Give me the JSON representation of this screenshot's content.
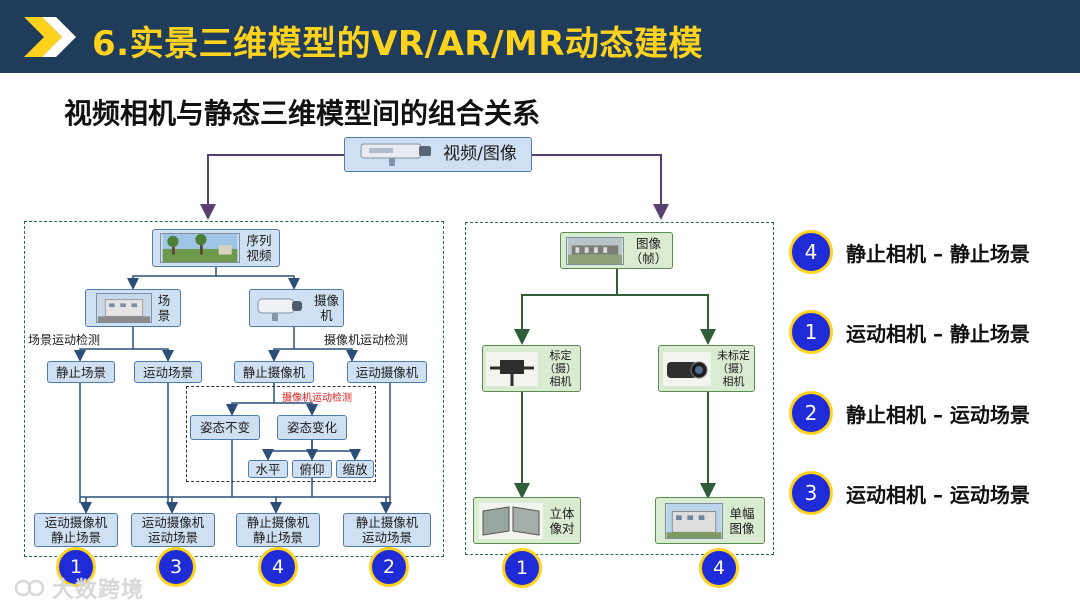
{
  "header": {
    "title": "6.实景三维模型的VR/AR/MR动态建模",
    "color_bg": "#1f3d5a",
    "color_title": "#ffd21e"
  },
  "subtitle": "视频相机与静态三维模型间的组合关系",
  "top_node": {
    "label": "视频/图像",
    "icon": "surveillance-camera-icon"
  },
  "left_panel": {
    "sequence_video": "序列\n视频",
    "scene": "场\n景",
    "camera": "摄像\n机",
    "scene_motion_detect": "场景运动检测",
    "camera_motion_detect": "摄像机运动检测",
    "static_scene": "静止场景",
    "moving_scene": "运动场景",
    "static_camera": "静止摄像机",
    "moving_camera": "运动摄像机",
    "inner_detect_label": "摄像机运动检测",
    "pose_unchanged": "姿态不变",
    "pose_changed": "姿态变化",
    "horizontal": "水平",
    "pitch": "俯仰",
    "zoom": "缩放",
    "results": [
      {
        "label": "运动摄像机\n静止场景",
        "num": "1"
      },
      {
        "label": "运动摄像机\n运动场景",
        "num": "3"
      },
      {
        "label": "静止摄像机\n静止场景",
        "num": "4"
      },
      {
        "label": "静止摄像机\n运动场景",
        "num": "2"
      }
    ]
  },
  "right_panel": {
    "image_frame": "图像\n（帧）",
    "calibrated_camera": "标定\n（摄）\n相机",
    "uncalibrated_camera": "未标定\n（摄）\n相机",
    "stereo_pair": "立体\n像对",
    "single_image": "单幅\n图像",
    "results": [
      {
        "num": "1"
      },
      {
        "num": "4"
      }
    ]
  },
  "legend": [
    {
      "num": "4",
      "text": "静止相机 – 静止场景"
    },
    {
      "num": "1",
      "text": "运动相机 – 静止场景"
    },
    {
      "num": "2",
      "text": "静止相机 – 运动场景"
    },
    {
      "num": "3",
      "text": "运动相机 – 运动场景"
    }
  ],
  "watermark": "大数跨境",
  "colors": {
    "box_blue": "#cfe0f2",
    "box_green": "#d9ecd2",
    "circle_fill": "#1f2bd6",
    "circle_ring": "#ffd21e",
    "arrow_purple": "#5a3f73",
    "arrow_green": "#2f5d3a",
    "highlight_red": "#e0201e"
  }
}
